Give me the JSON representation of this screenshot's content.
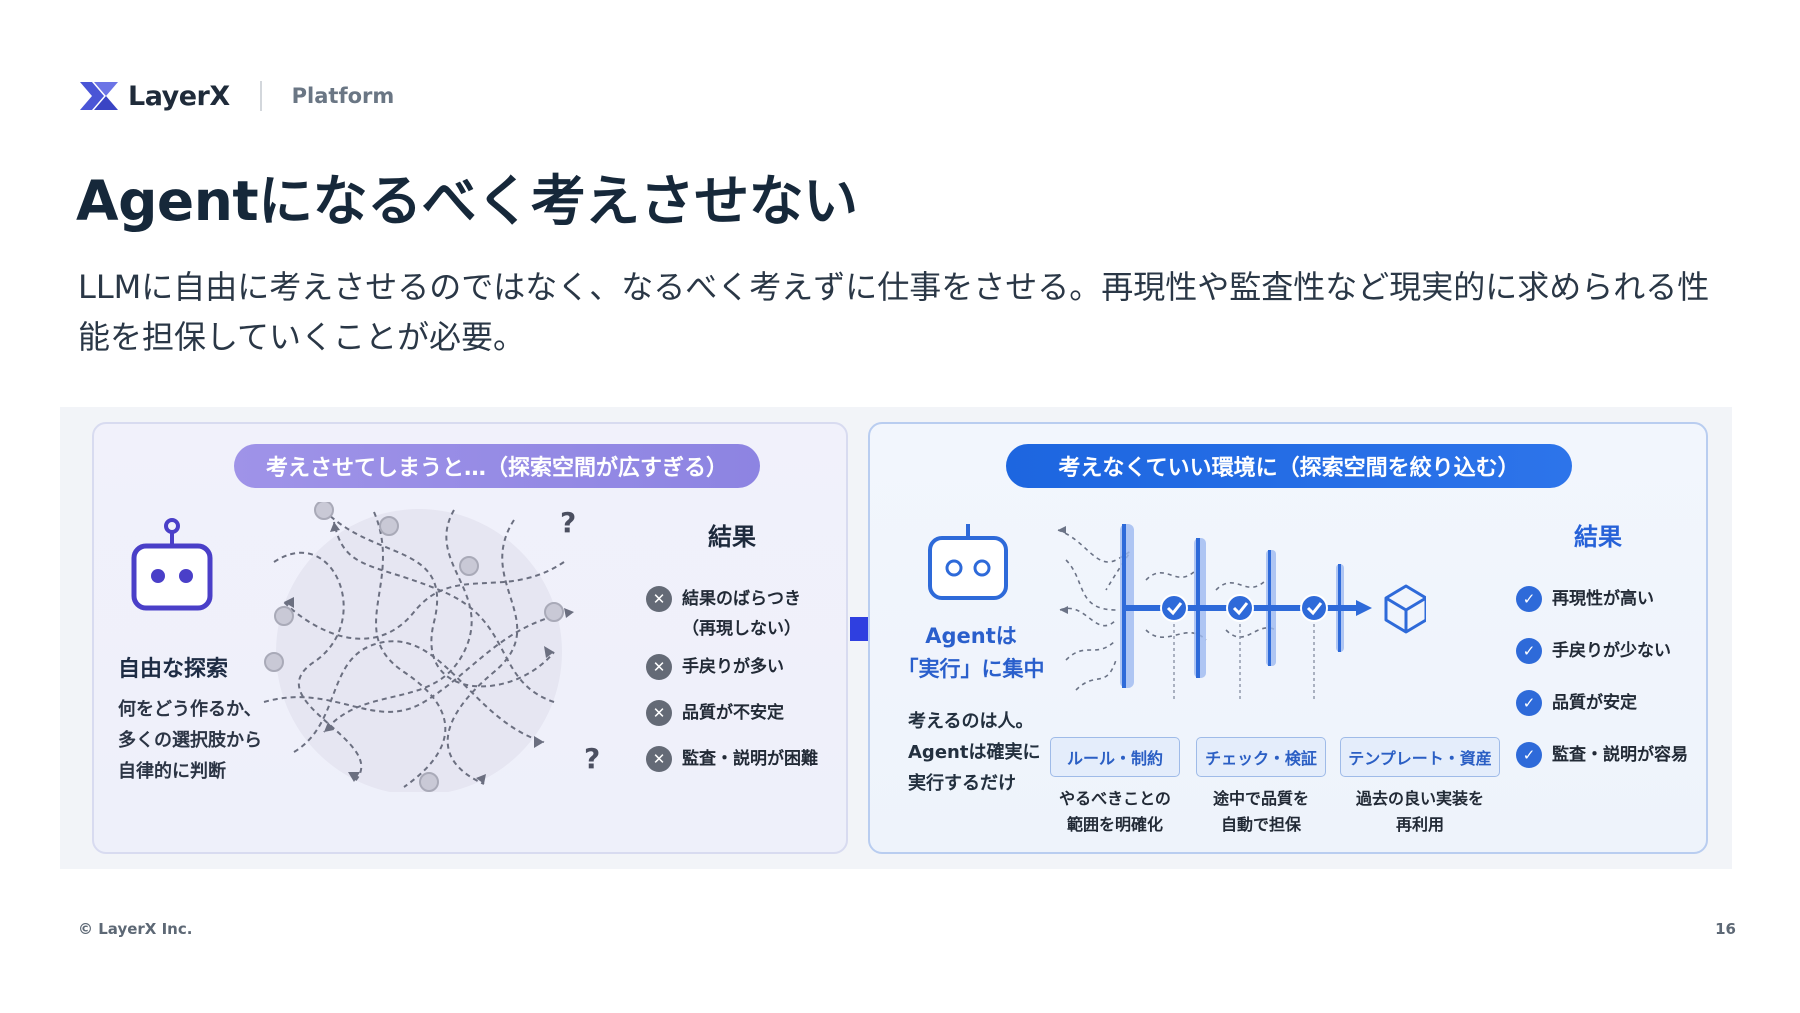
{
  "header": {
    "logo_text": "LayerX",
    "section": "Platform"
  },
  "slide": {
    "title": "Agentになるべく考えさせない",
    "lead": "LLMに自由に考えさせるのではなく、なるべく考えずに仕事をさせる。再現性や監査性など現実的に求められる性能を担保していくことが必要。"
  },
  "left_panel": {
    "pill": "考えさせてしまうと…（探索空間が広すぎる）",
    "robot_label": "自由な探索",
    "robot_desc": [
      "何をどう作るか、",
      "多くの選択肢から",
      "自律的に判断"
    ],
    "result_heading": "結果",
    "results": [
      {
        "line1": "結果のばらつき",
        "line2": "（再現しない）"
      },
      {
        "line1": "手戻りが多い"
      },
      {
        "line1": "品質が不安定"
      },
      {
        "line1": "監査・説明が困難"
      }
    ],
    "question_marks": [
      "?",
      "?"
    ]
  },
  "right_panel": {
    "pill": "考えなくていい環境に（探索空間を絞り込む）",
    "agent_focus": [
      "Agentは",
      "「実行」に集中"
    ],
    "agent_desc": [
      "考えるのは人。",
      "Agentは確実に",
      "実行するだけ"
    ],
    "stages": [
      {
        "label": "ルール・制約",
        "desc1": "やるべきことの",
        "desc2": "範囲を明確化"
      },
      {
        "label": "チェック・検証",
        "desc1": "途中で品質を",
        "desc2": "自動で担保"
      },
      {
        "label": "テンプレート・資産",
        "desc1": "過去の良い実装を",
        "desc2": "再利用"
      }
    ],
    "result_heading": "結果",
    "results": [
      "再現性が高い",
      "手戻りが少ない",
      "品質が安定",
      "監査・説明が容易"
    ]
  },
  "colors": {
    "brand_blue": "#2e6ad9",
    "lavender": "#8d84e2",
    "title_text": "#16283a"
  },
  "footer": {
    "copyright": "© LayerX Inc.",
    "page_number": "16"
  }
}
